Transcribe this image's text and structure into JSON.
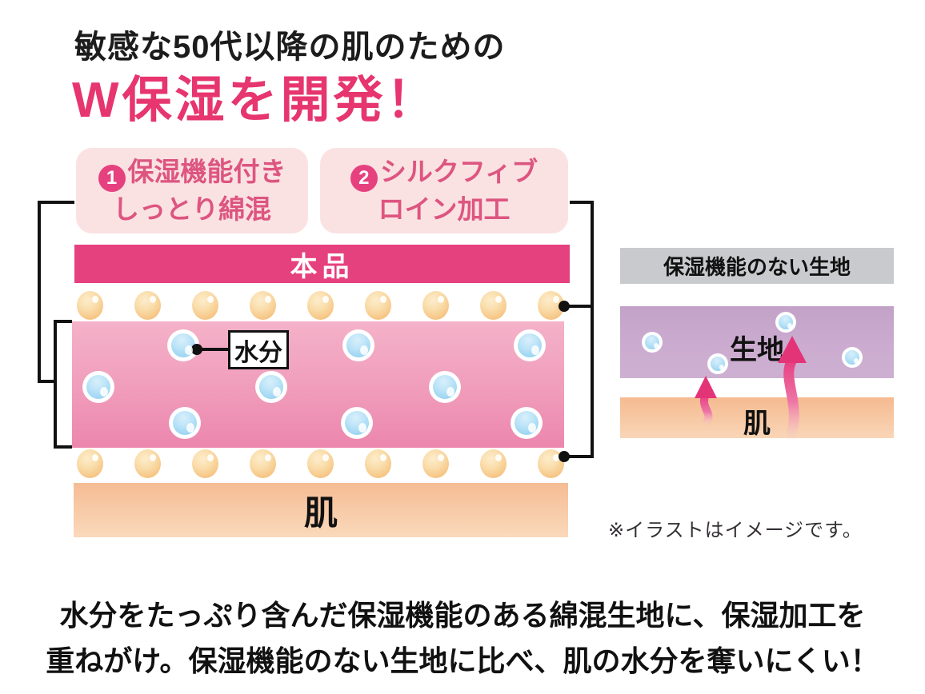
{
  "header": {
    "subtitle": "敏感な50代以降の肌のための",
    "title": "W保湿を開発！"
  },
  "features": [
    {
      "num": "1",
      "line1": "保湿機能付き",
      "line2": "しっとり綿混"
    },
    {
      "num": "2",
      "line1": "シルクフィブ",
      "line2": "ロイン加工"
    }
  ],
  "main_diagram": {
    "product_label": "本品",
    "moisture_label": "水分",
    "skin_label": "肌"
  },
  "comparison_diagram": {
    "header": "保湿機能のない生地",
    "fabric_label": "生地",
    "skin_label": "肌"
  },
  "note": "※イラストはイメージです。",
  "description": {
    "line1": "水分をたっぷり含んだ保湿機能のある綿混生地に、保湿加工を",
    "line2": "重ねがけ。保湿機能のない生地に比べ、肌の水分を奪いにくい！"
  },
  "colors": {
    "accent_pink": "#e5417f",
    "heading_pink": "#e6356f",
    "feature_box_bg": "#fbe2e2",
    "feature_text": "#dd5581",
    "fabric_pink_top": "#f4b2c9",
    "fabric_pink_bottom": "#ec86ad",
    "bead_orange": "#f7ca8c",
    "droplet_blue": "#9cd5f2",
    "skin_orange_top": "#f5bc93",
    "skin_orange_bottom": "#fad9bb",
    "gray_bar": "#c9cacd",
    "purple_bar": "#c6a6cb",
    "arrow_pink": "#e43478",
    "line_black": "#111111"
  }
}
